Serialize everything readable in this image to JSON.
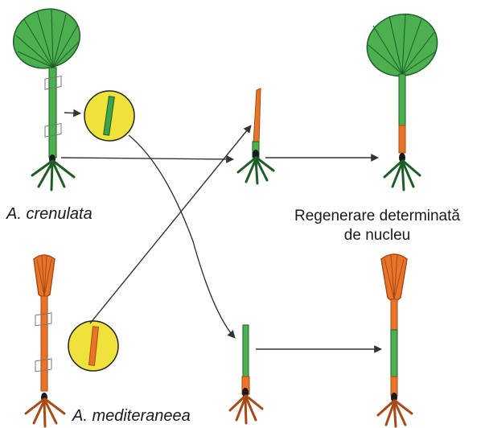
{
  "labels": {
    "species_top": "A. crenulata",
    "species_bottom": "A. mediteraneea",
    "regeneration_line1": "Regenerare determinată",
    "regeneration_line2": "de nucleu"
  },
  "colors": {
    "crenulata_green": "#3fa24a",
    "crenulata_dark": "#1e5e26",
    "mediterranea_orange": "#e8742a",
    "mediterranea_dark": "#a84a15",
    "stalk_fragment_yellow": "#efe23a",
    "arrow": "#333333"
  }
}
